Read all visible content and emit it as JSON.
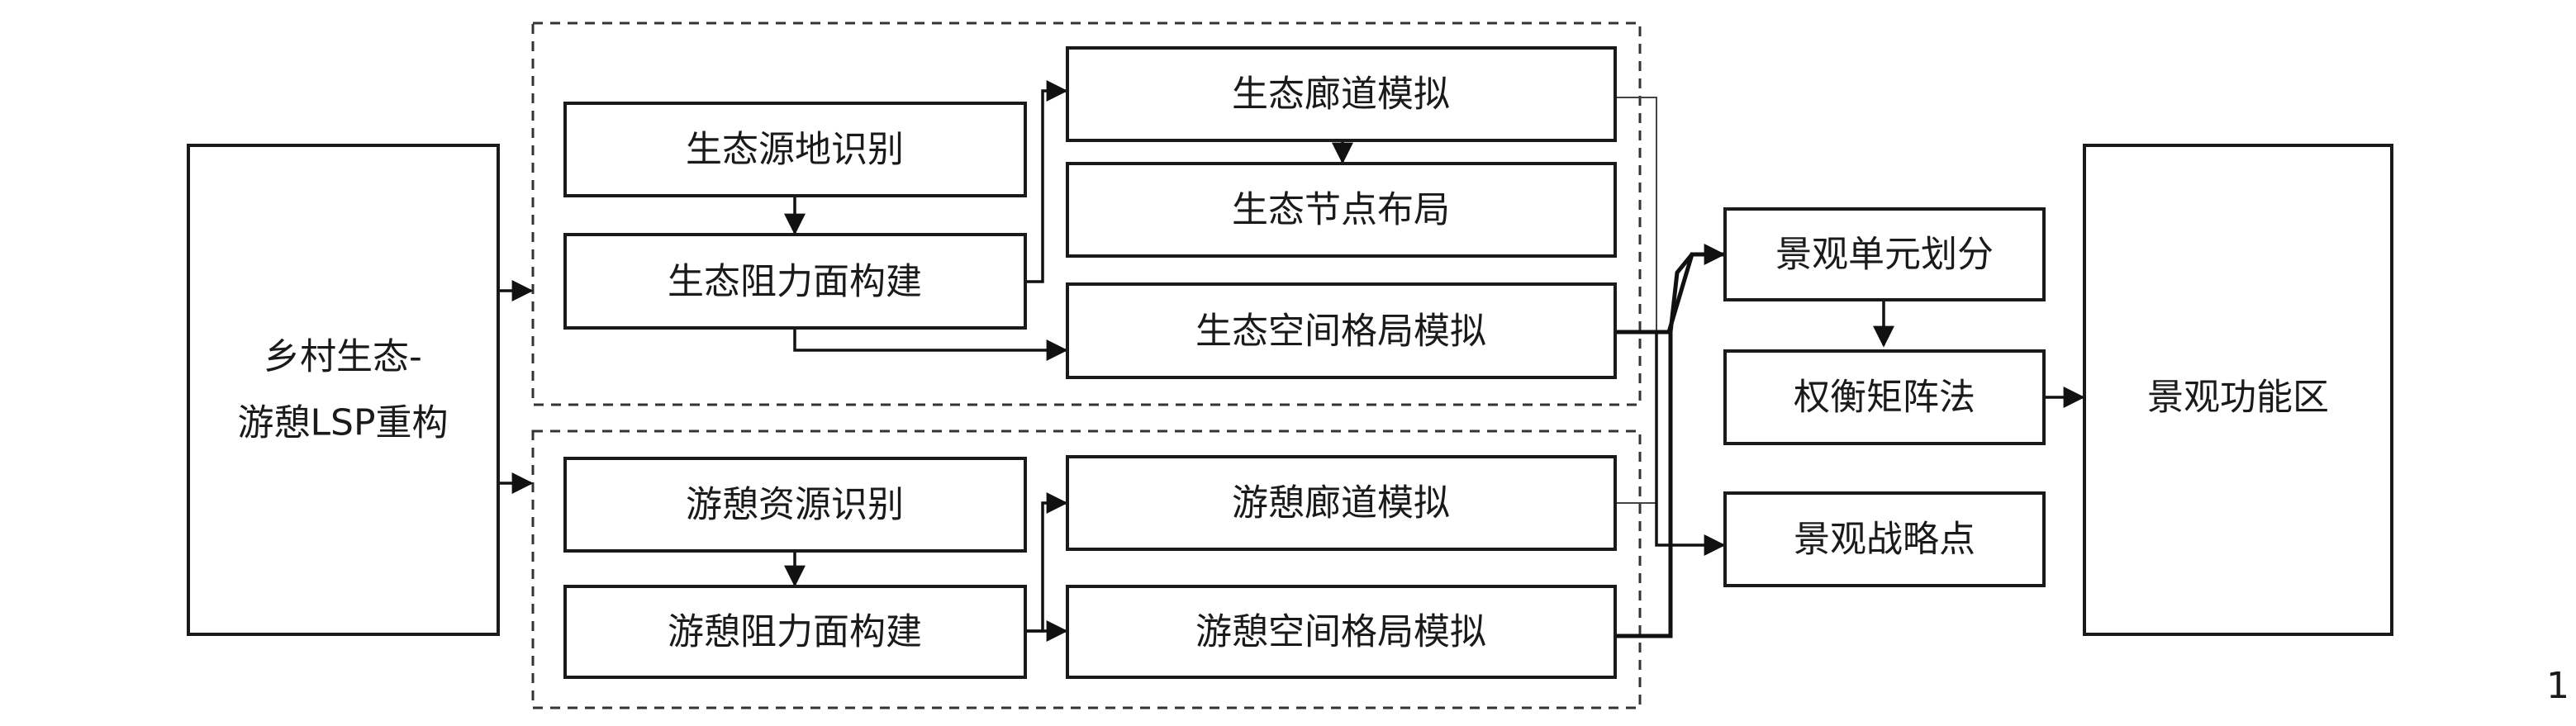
{
  "nodes": {
    "lsp": {
      "line1": "乡村生态-",
      "line2": "游憩LSP重构"
    },
    "eco_source": "生态源地识别",
    "eco_resistance": "生态阻力面构建",
    "eco_corridor": "生态廊道模拟",
    "eco_node": "生态节点布局",
    "eco_pattern": "生态空间格局模拟",
    "rec_source": "游憩资源识别",
    "rec_resistance": "游憩阻力面构建",
    "rec_corridor": "游憩廊道模拟",
    "rec_pattern": "游憩空间格局模拟",
    "unit": "景观单元划分",
    "matrix": "权衡矩阵法",
    "strategy": "景观战略点",
    "function": "景观功能区"
  },
  "page_number": "1"
}
